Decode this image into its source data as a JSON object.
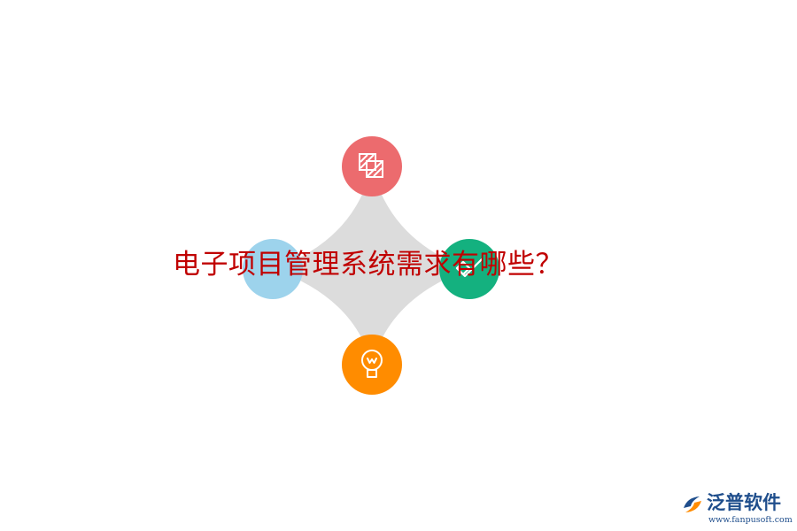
{
  "title": "电子项目管理系统需求有哪些？",
  "nodes": [
    {
      "position": "top",
      "icon": "striped-squares-icon",
      "color": "#ec6b6e"
    },
    {
      "position": "left",
      "icon": "",
      "color": "#9dd3ec"
    },
    {
      "position": "right",
      "icon": "checkmark-icon",
      "color": "#14b17f"
    },
    {
      "position": "bottom",
      "icon": "lightbulb-icon",
      "color": "#ff8c00"
    }
  ],
  "connector_color": "#dcdcdc",
  "logo": {
    "name": "泛普软件",
    "url": "www.fanpusoft.com",
    "brand_color": "#1f4e8c"
  }
}
